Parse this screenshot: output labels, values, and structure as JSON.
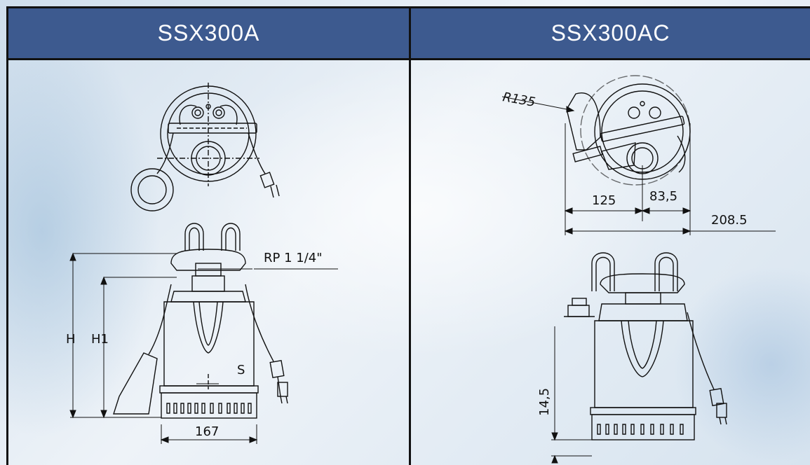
{
  "left": {
    "title": "SSX300A",
    "dims": {
      "rp": "RP 1 1/4\"",
      "h": "H",
      "h1": "H1",
      "s": "S",
      "width": "167"
    }
  },
  "right": {
    "title": "SSX300AC",
    "dims": {
      "radius": "R135",
      "d125": "125",
      "d83": "83,5",
      "d208": "208.5",
      "d14": "14,5"
    }
  },
  "colors": {
    "header": "#3d5a8f",
    "line": "#111111"
  }
}
